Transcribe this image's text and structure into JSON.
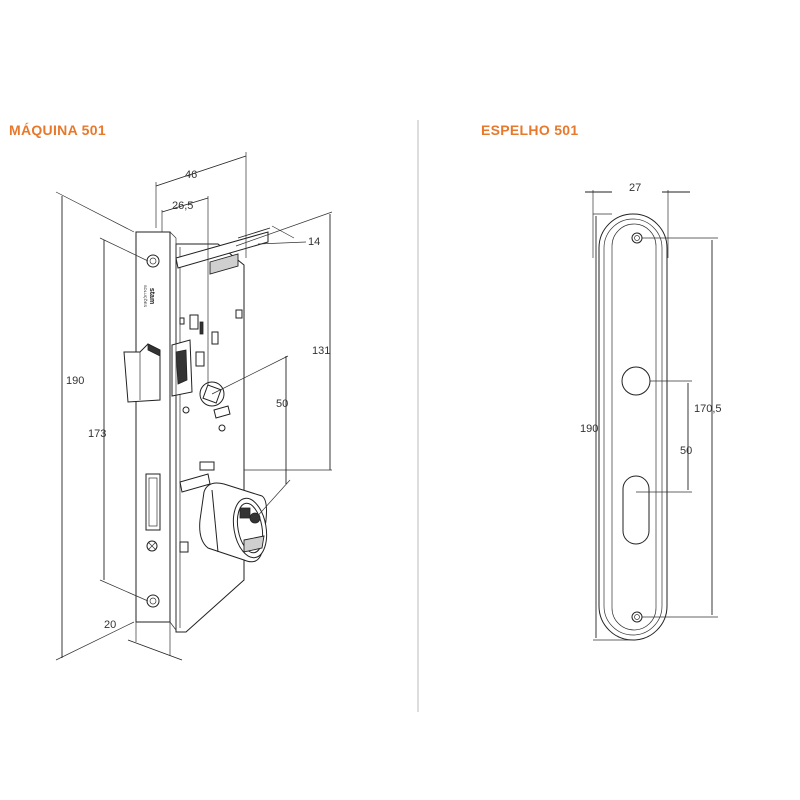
{
  "titles": {
    "left": "MÁQUINA 501",
    "right": "ESPELHO 501"
  },
  "maquina": {
    "dim_46": "46",
    "dim_26_5": "26,5",
    "dim_14": "14",
    "dim_131": "131",
    "dim_190": "190",
    "dim_173": "173",
    "dim_50": "50",
    "dim_20": "20",
    "brand_text": "stam",
    "brand_subtext": "SOLUÇÕES"
  },
  "espelho": {
    "dim_27": "27",
    "dim_190": "190",
    "dim_170_5": "170,5",
    "dim_50": "50"
  },
  "colors": {
    "title_accent": "#e8782a",
    "line": "#222222",
    "divider": "#bbbbbb"
  }
}
